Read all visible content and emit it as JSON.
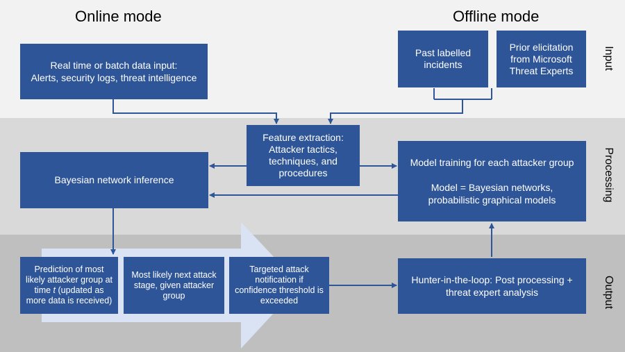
{
  "headers": {
    "online": "Online mode",
    "offline": "Offline mode"
  },
  "sections": {
    "input": "Input",
    "processing": "Processing",
    "output": "Output"
  },
  "boxes": {
    "data_input": "Real time or batch data input:\nAlerts, security logs, threat intelligence",
    "past_incidents": "Past labelled\nincidents",
    "prior_elicitation": "Prior elicitation\nfrom Microsoft\nThreat Experts",
    "feature_extraction": "Feature extraction:\nAttacker tactics,\ntechniques, and\nprocedures",
    "bayesian_inference": "Bayesian network inference",
    "model_training": "Model training for each attacker group\n\nModel = Bayesian networks,\nprobabilistic graphical models",
    "prediction_part1": "Prediction of most\nlikely attacker group at\ntime ",
    "prediction_var": "t",
    "prediction_part2": " (updated as\nmore data is received)",
    "next_stage": "Most likely next attack\nstage, given attacker\ngroup",
    "targeted_notification": "Targeted attack\nnotification if\nconfidence threshold is\nexceeded",
    "hunter_loop": "Hunter-in-the-loop: Post processing +\nthreat expert analysis"
  },
  "colors": {
    "box": "#2e5597",
    "input_band": "#f2f2f2",
    "processing_band": "#d9d9d9",
    "output_band": "#bfbfbf",
    "big_arrow": "#dae3f3"
  }
}
